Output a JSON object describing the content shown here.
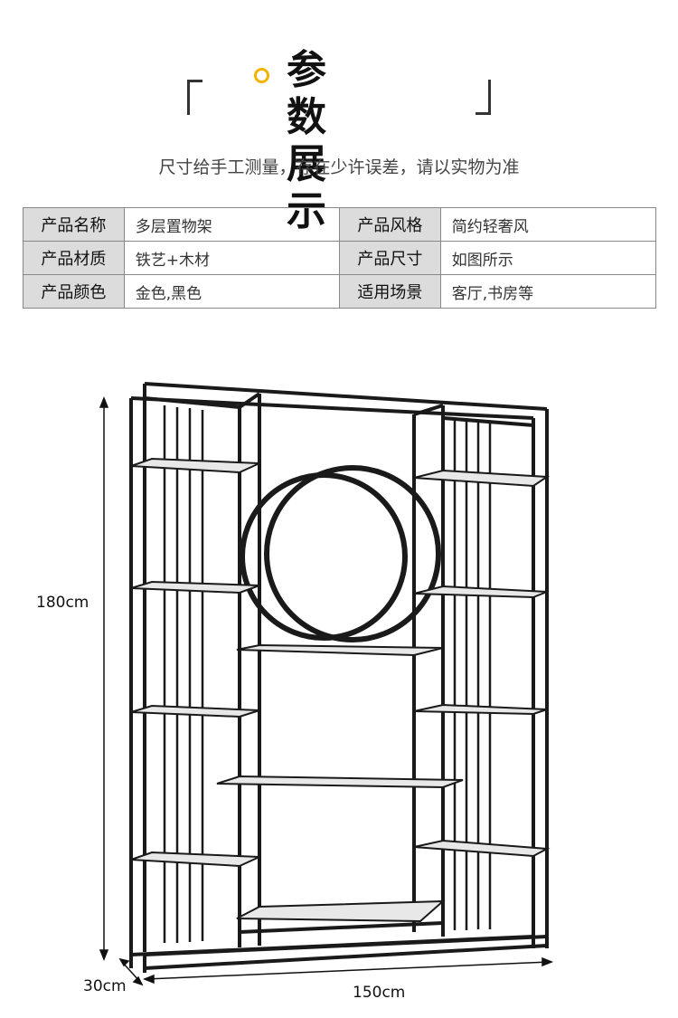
{
  "header": {
    "title_line1": "参 数",
    "title_line2": "展 示",
    "subtitle": "尺寸给手工测量，存在少许误差，请以实物为准"
  },
  "spec_table": {
    "rows": [
      [
        {
          "label": "产品名称",
          "value": "多层置物架"
        },
        {
          "label": "产品风格",
          "value": "简约轻奢风"
        }
      ],
      [
        {
          "label": "产品材质",
          "value": "铁艺+木材"
        },
        {
          "label": "产品尺寸",
          "value": "如图所示"
        }
      ],
      [
        {
          "label": "产品颜色",
          "value": "金色,黑色"
        },
        {
          "label": "适用场景",
          "value": "客厅,书房等"
        }
      ]
    ]
  },
  "dimensions": {
    "height": "180cm",
    "depth": "30cm",
    "width": "150cm"
  },
  "colors": {
    "accent": "#f2b300",
    "frame": "#1a1a1a",
    "shelf": "#e8e8e8"
  }
}
